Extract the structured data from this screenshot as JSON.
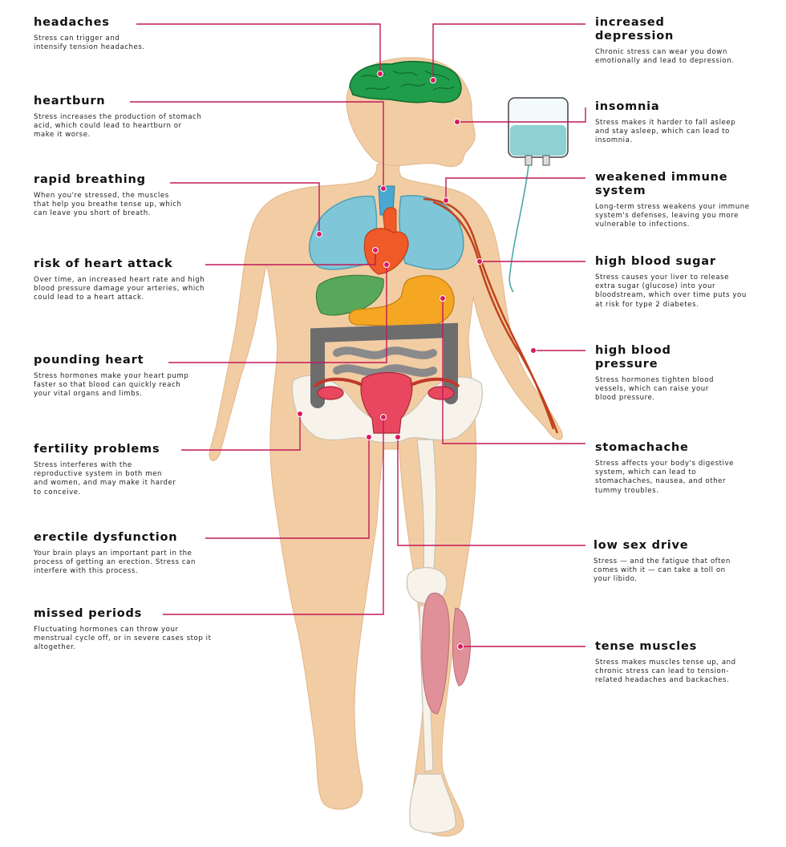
{
  "colors": {
    "skin": "#f2cda3",
    "brain": "#1f9d4a",
    "lungs": "#7fc6d8",
    "heart": "#f05a28",
    "liver": "#57a85a",
    "stomach": "#f5a623",
    "intestine": "#6d6d6d",
    "uterus": "#e8475f",
    "muscle": "#e09098",
    "arteries": "#c0431c",
    "leader": "#c2185b"
  },
  "callouts": {
    "headaches": {
      "title": "headaches",
      "text": "Stress can trigger and intensify tension headaches."
    },
    "heartburn": {
      "title": "heartburn",
      "text": "Stress increases the production of stomach acid, which could lead to heartburn or make it worse."
    },
    "rapid_breathing": {
      "title": "rapid breathing",
      "text": "When you're stressed, the muscles that help you breathe tense up, which can leave you short of breath."
    },
    "heart_attack": {
      "title": "risk of heart attack",
      "text": "Over time, an increased heart rate and high blood pressure damage your arteries, which could lead to a heart attack."
    },
    "pounding_heart": {
      "title": "pounding heart",
      "text": "Stress hormones make your heart pump faster so that blood can quickly reach your vital organs and limbs."
    },
    "fertility": {
      "title": "fertility problems",
      "text": "Stress interferes with the reproductive system in both men and women, and may make it harder to conceive."
    },
    "erectile": {
      "title": "erectile dysfunction",
      "text": "Your brain plays an important part in the process of getting an erection. Stress can interfere with this process."
    },
    "missed_periods": {
      "title": "missed periods",
      "text": "Fluctuating hormones can throw your menstrual cycle off, or in severe cases stop it altogether."
    },
    "depression": {
      "title": "increased depression",
      "text": "Chronic stress can wear you down emotionally and lead to depression."
    },
    "insomnia": {
      "title": "insomnia",
      "text": "Stress makes it harder to fall asleep and stay asleep, which can lead to insomnia."
    },
    "immune": {
      "title": "weakened immune system",
      "text": "Long-term stress weakens your immune system's defenses, leaving you more vulnerable to infections."
    },
    "blood_sugar": {
      "title": "high blood sugar",
      "text": "Stress causes your liver to release extra sugar (glucose) into your bloodstream, which over time puts you at risk for type 2 diabetes."
    },
    "blood_pressure": {
      "title": "high blood pressure",
      "text": "Stress hormones tighten blood vessels, which can raise your blood pressure."
    },
    "stomachache": {
      "title": "stomachache",
      "text": "Stress affects your body's digestive system, which can lead to stomachaches, nausea, and other tummy troubles."
    },
    "sex_drive": {
      "title": "low sex drive",
      "text": "Stress — and the fatigue that often comes with it — can take a toll on your libido."
    },
    "tense_muscles": {
      "title": "tense muscles",
      "text": "Stress makes muscles tense up, and chronic stress can lead to tension-related headaches and backaches."
    }
  }
}
